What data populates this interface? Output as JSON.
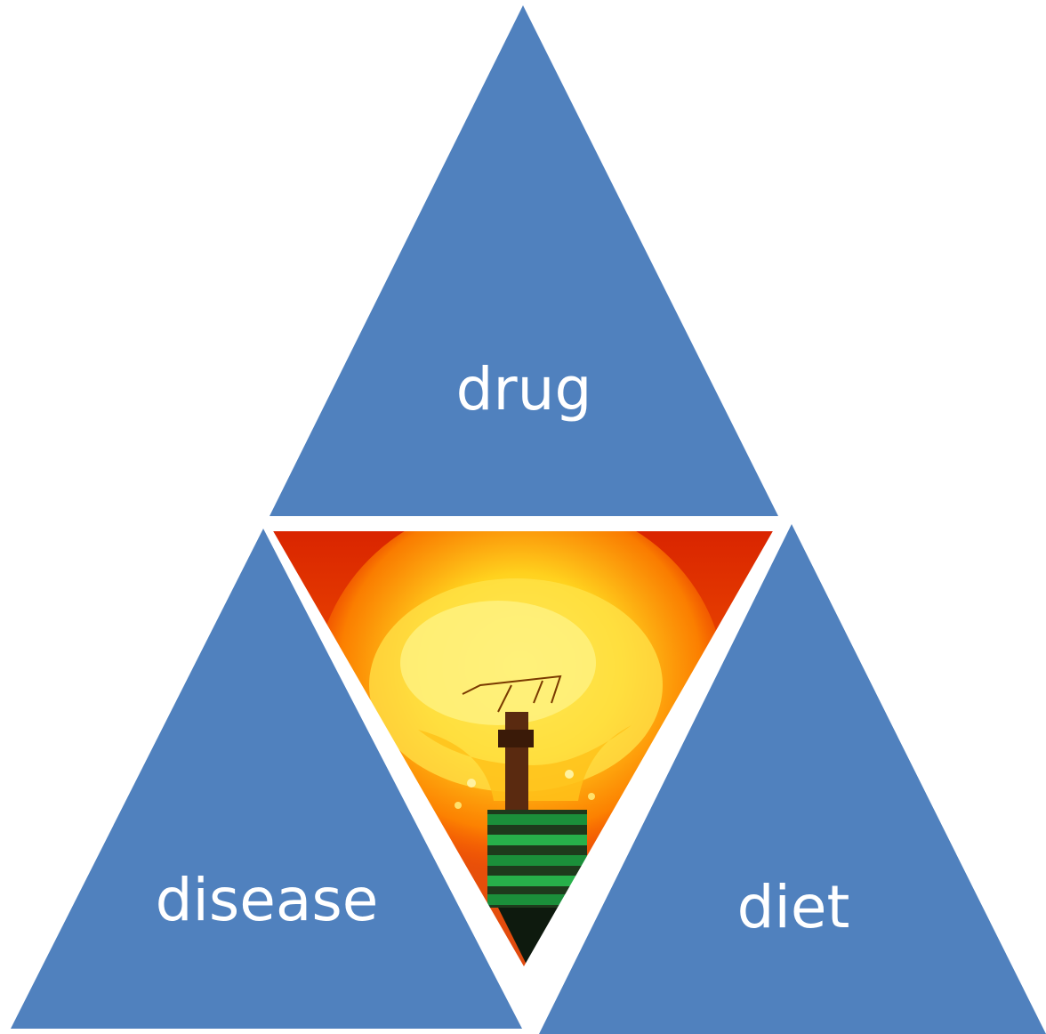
{
  "diagram": {
    "type": "triforce",
    "triangles": [
      {
        "id": "top",
        "label": "drug",
        "fill": "#5081BE"
      },
      {
        "id": "bottom-left",
        "label": "disease",
        "fill": "#5081BE"
      },
      {
        "id": "bottom-right",
        "label": "diet",
        "fill": "#5081BE"
      }
    ],
    "center": {
      "type": "picture",
      "subject": "light-bulb",
      "colors": {
        "background_top": "#D92400",
        "background_bottom": "#FF6A00",
        "glow": "#FFE34A",
        "base_threads": "#1B8F3A"
      }
    }
  }
}
